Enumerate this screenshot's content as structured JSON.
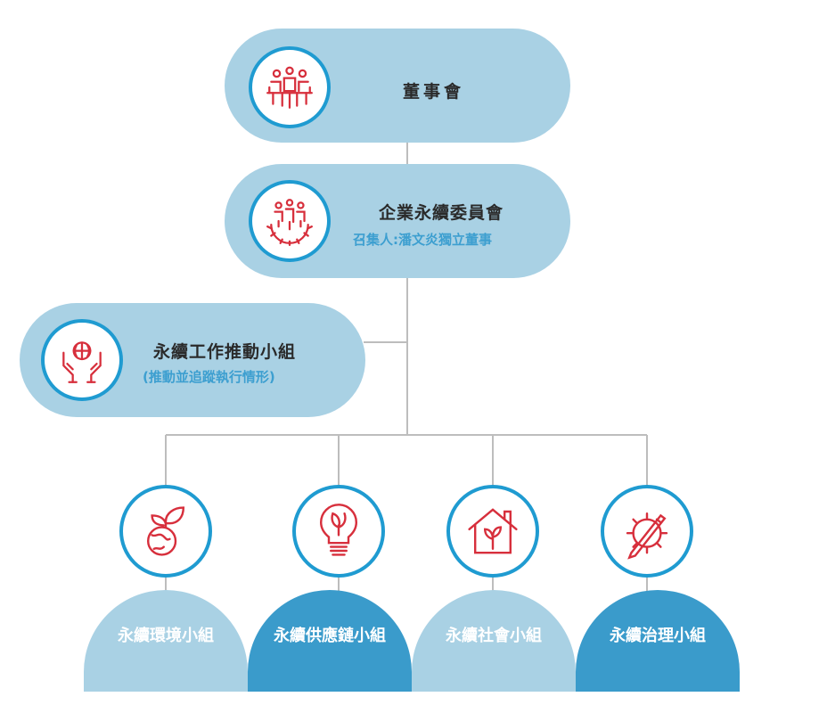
{
  "board": {
    "label": "董事會",
    "icon": "board-meeting-icon"
  },
  "committee": {
    "label": "企業永續委員會",
    "convener": "召集人:潘文炎獨立董事",
    "icon": "team-gear-icon"
  },
  "taskforce": {
    "label": "永續工作推動小組",
    "note": "(推動並追蹤執行情形)",
    "icon": "globe-hands-icon"
  },
  "groups": [
    {
      "label": "永續環境小組",
      "icon": "earth-sprout-icon"
    },
    {
      "label": "永續供應鏈小組",
      "icon": "lightbulb-leaf-icon"
    },
    {
      "label": "永續社會小組",
      "icon": "house-plant-icon"
    },
    {
      "label": "永續治理小組",
      "icon": "gear-pencil-icon"
    }
  ],
  "colors": {
    "pill": "#a9d1e4",
    "dome_dark": "#3a9bcb",
    "ring": "#1f9bd1",
    "icon": "#d72f3c",
    "line": "#bdbdbd"
  }
}
